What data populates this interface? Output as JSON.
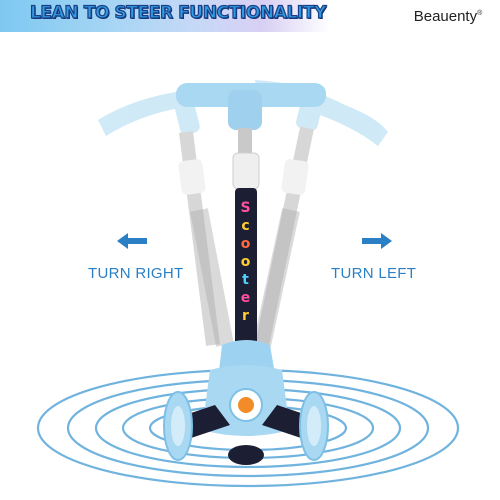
{
  "banner": {
    "title": "LEAN TO STEER FUNCTIONALITY"
  },
  "brand": {
    "name": "Beauenty",
    "mark": "®"
  },
  "directions": {
    "turn_right": "TURN RIGHT",
    "turn_left": "TURN LEFT"
  },
  "scooter": {
    "stem_text": "Scooter"
  },
  "icons": {
    "left_arrow": "arrow-left-icon",
    "right_arrow": "arrow-right-icon"
  },
  "colors": {
    "accent": "#2b7fc4",
    "scooter_blue": "#a9d8f2",
    "ring": "#6fb3de",
    "banner_text": "#2f9be0"
  }
}
